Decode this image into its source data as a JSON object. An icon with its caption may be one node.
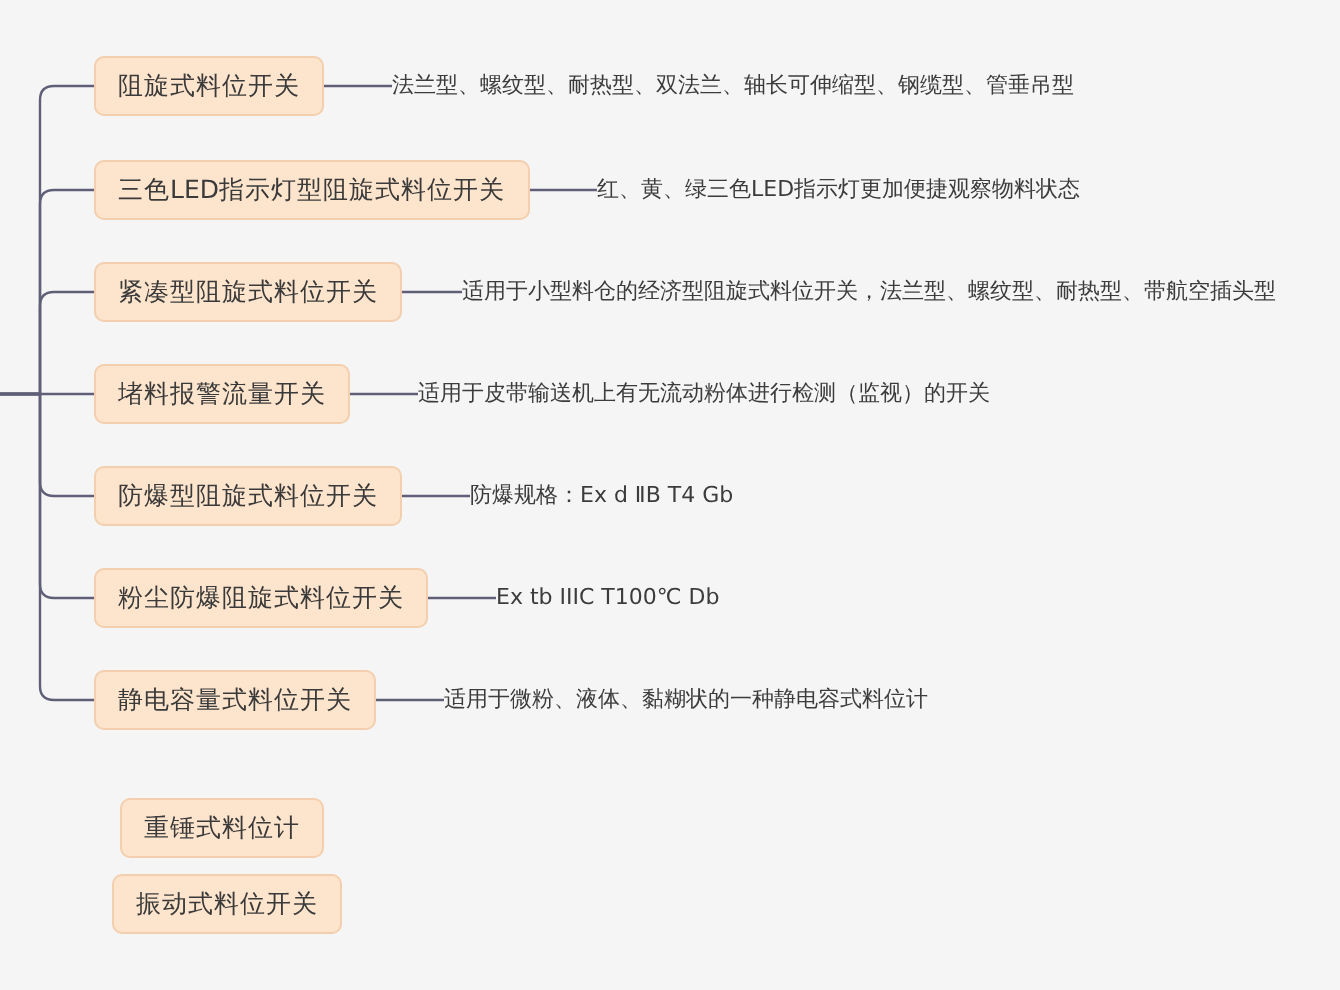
{
  "diagram": {
    "nodes": [
      {
        "text": [
          "阻旋式料位开关"
        ]
      },
      {
        "text": [
          "法兰型、螺纹型、耐热型、双法兰、轴长可伸缩型、钢缆型、管垂吊型"
        ]
      },
      {
        "text": [
          "三色LED指示灯型阻旋式料位开关"
        ]
      },
      {
        "text": [
          "红、黄、绿三色LED指示灯更加便捷观察物料状态"
        ]
      },
      {
        "text": [
          "紧凑型阻旋式料位开关"
        ]
      },
      {
        "text": [
          "适用于小型料仓的经济型阻旋式料位开关，法兰型、螺纹型、耐热型、带航空插头型"
        ]
      },
      {
        "text": [
          "堵料报警流量开关"
        ]
      },
      {
        "text": [
          "适用于皮带输送机上有无流动粉体进行检测（监视）的开关"
        ]
      },
      {
        "text": [
          "防爆型阻旋式料位开关"
        ]
      },
      {
        "text": [
          "防爆规格：Ex d ⅡB T4 Gb"
        ]
      },
      {
        "text": [
          "粉尘防爆阻旋式料位开关"
        ]
      },
      {
        "text": [
          "Ex tb IIIC T100℃ Db"
        ]
      },
      {
        "text": [
          "静电容量式料位开关"
        ]
      },
      {
        "text": [
          "适用于微粉、液体、黏糊状的一种静电容式料位计"
        ]
      },
      {
        "text": [
          "重锤式料位计"
        ]
      },
      {
        "text": [
          "振动式料位开关"
        ]
      }
    ],
    "edges": [
      {
        "from": null,
        "to": 0,
        "arrow": "none"
      },
      {
        "from": null,
        "to": 2,
        "arrow": "none"
      },
      {
        "from": null,
        "to": 4,
        "arrow": "none"
      },
      {
        "from": null,
        "to": 6,
        "arrow": "none"
      },
      {
        "from": null,
        "to": 8,
        "arrow": "none"
      },
      {
        "from": null,
        "to": 10,
        "arrow": "none"
      },
      {
        "from": null,
        "to": 12,
        "arrow": "none"
      },
      {
        "from": 0,
        "to": 1,
        "arrow": "none"
      },
      {
        "from": 2,
        "to": 3,
        "arrow": "none"
      },
      {
        "from": 4,
        "to": 5,
        "arrow": "none"
      },
      {
        "from": 6,
        "to": 7,
        "arrow": "none"
      },
      {
        "from": 8,
        "to": 9,
        "arrow": "none"
      },
      {
        "from": 10,
        "to": 11,
        "arrow": "none"
      },
      {
        "from": 12,
        "to": 13,
        "arrow": "none"
      }
    ]
  }
}
